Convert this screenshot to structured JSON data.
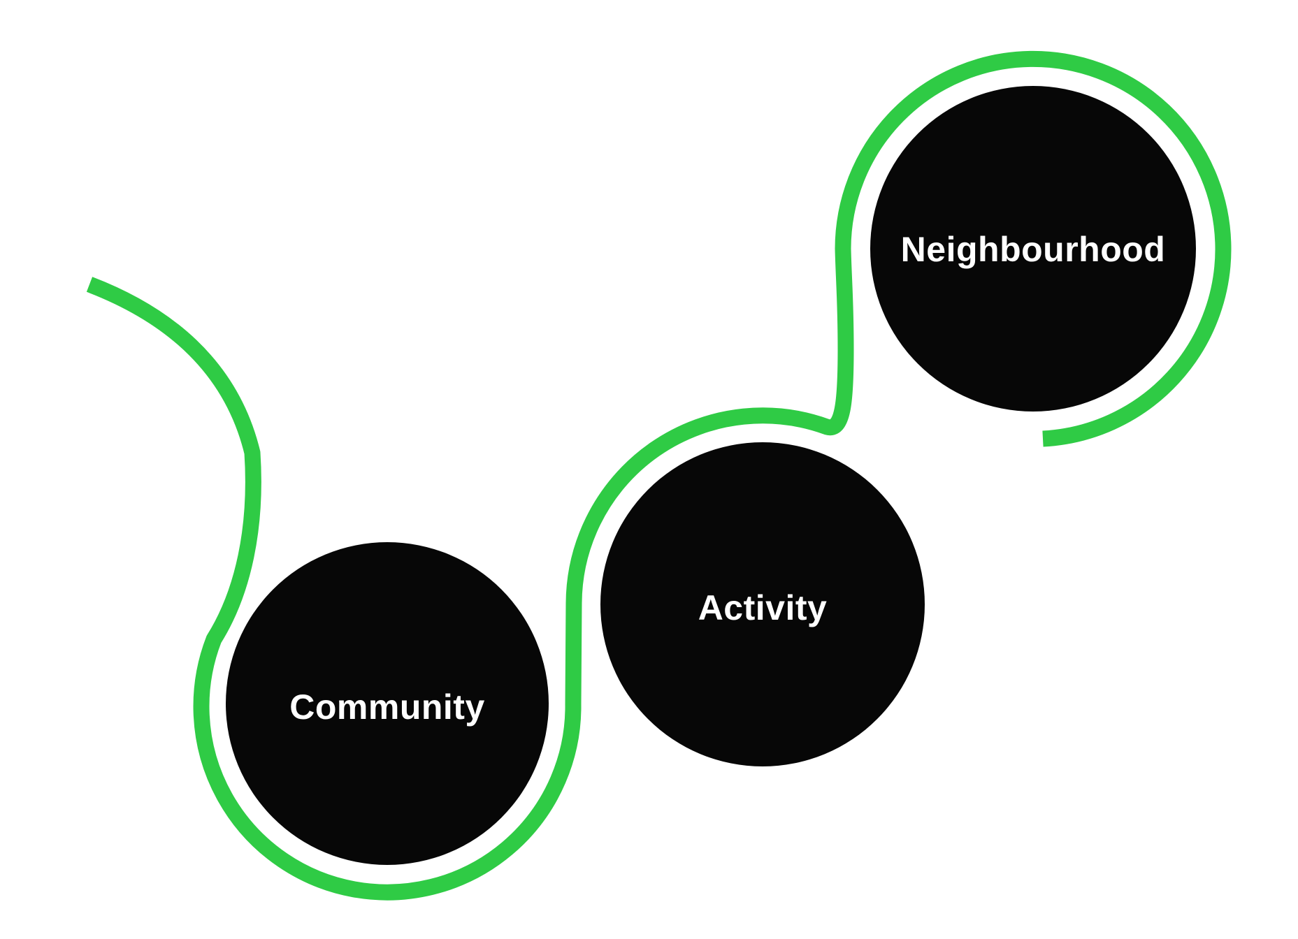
{
  "diagram": {
    "background_color": "#ffffff",
    "connector": {
      "description": "winding green curve that snakes around the three circles, starting at the upper left and ending below the Neighbourhood circle",
      "color": "#2fcb45",
      "stroke_width": 23
    },
    "nodes": [
      {
        "id": "community",
        "label": "Community",
        "fill": "#070707",
        "text_color": "#ffffff"
      },
      {
        "id": "activity",
        "label": "Activity",
        "fill": "#070707",
        "text_color": "#ffffff"
      },
      {
        "id": "neighbourhood",
        "label": "Neighbourhood",
        "fill": "#070707",
        "text_color": "#ffffff"
      }
    ]
  }
}
